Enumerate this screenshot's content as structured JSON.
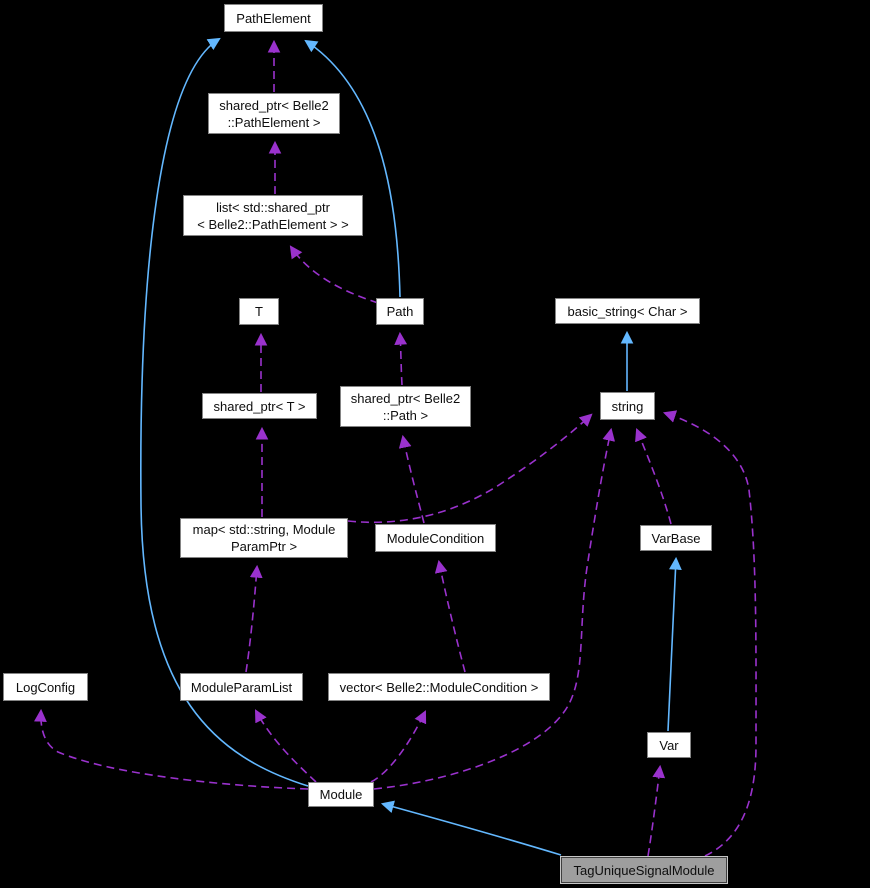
{
  "diagram": {
    "kind": "collaboration-graph",
    "highlighted_node": "TagUniqueSignalModule",
    "colors": {
      "background": "#000000",
      "usage_edge": "#9a32cd",
      "inheritance_edge": "#63b8ff",
      "node_fill": "#ffffff",
      "node_border": "#848484",
      "highlight_fill": "#9e9e9e"
    },
    "nodes": [
      {
        "id": "path_element",
        "label": "PathElement"
      },
      {
        "id": "shared_ptr_path_element",
        "label": "shared_ptr< Belle2\n::PathElement >"
      },
      {
        "id": "list_shared_ptr_path_element",
        "label": "list< std::shared_ptr\n< Belle2::PathElement > >"
      },
      {
        "id": "t",
        "label": "T"
      },
      {
        "id": "path",
        "label": "Path"
      },
      {
        "id": "basic_string_char",
        "label": "basic_string< Char >"
      },
      {
        "id": "shared_ptr_t",
        "label": "shared_ptr< T >"
      },
      {
        "id": "shared_ptr_path",
        "label": "shared_ptr< Belle2\n::Path >"
      },
      {
        "id": "string",
        "label": "string"
      },
      {
        "id": "map_string_moduleparamptr",
        "label": "map< std::string, Module\nParamPtr >"
      },
      {
        "id": "module_condition",
        "label": "ModuleCondition"
      },
      {
        "id": "var_base",
        "label": "VarBase"
      },
      {
        "id": "log_config",
        "label": "LogConfig"
      },
      {
        "id": "module_param_list",
        "label": "ModuleParamList"
      },
      {
        "id": "vector_module_condition",
        "label": "vector< Belle2::ModuleCondition >"
      },
      {
        "id": "module",
        "label": "Module"
      },
      {
        "id": "var",
        "label": "Var"
      },
      {
        "id": "tag_unique_signal_module",
        "label": "TagUniqueSignalModule"
      }
    ],
    "edges": [
      {
        "from": "shared_ptr_path_element",
        "to": "path_element",
        "type": "usage"
      },
      {
        "from": "list_shared_ptr_path_element",
        "to": "shared_ptr_path_element",
        "type": "usage"
      },
      {
        "from": "path",
        "to": "list_shared_ptr_path_element",
        "type": "usage"
      },
      {
        "from": "shared_ptr_path",
        "to": "path",
        "type": "usage"
      },
      {
        "from": "shared_ptr_t",
        "to": "t",
        "type": "usage"
      },
      {
        "from": "map_string_moduleparamptr",
        "to": "shared_ptr_t",
        "type": "usage"
      },
      {
        "from": "module_condition",
        "to": "shared_ptr_path",
        "type": "usage"
      },
      {
        "from": "vector_module_condition",
        "to": "module_condition",
        "type": "usage"
      },
      {
        "from": "map_string_moduleparamptr",
        "to": "string",
        "type": "usage"
      },
      {
        "from": "module_param_list",
        "to": "map_string_moduleparamptr",
        "type": "usage"
      },
      {
        "from": "module",
        "to": "log_config",
        "type": "usage"
      },
      {
        "from": "module",
        "to": "module_param_list",
        "type": "usage"
      },
      {
        "from": "module",
        "to": "vector_module_condition",
        "type": "usage"
      },
      {
        "from": "module",
        "to": "string",
        "type": "usage"
      },
      {
        "from": "var_base",
        "to": "string",
        "type": "usage"
      },
      {
        "from": "tag_unique_signal_module",
        "to": "string",
        "type": "usage"
      },
      {
        "from": "tag_unique_signal_module",
        "to": "var",
        "type": "usage"
      },
      {
        "from": "path",
        "to": "path_element",
        "type": "inheritance"
      },
      {
        "from": "module",
        "to": "path_element",
        "type": "inheritance"
      },
      {
        "from": "string",
        "to": "basic_string_char",
        "type": "inheritance"
      },
      {
        "from": "var",
        "to": "var_base",
        "type": "inheritance"
      },
      {
        "from": "tag_unique_signal_module",
        "to": "module",
        "type": "inheritance"
      }
    ]
  }
}
